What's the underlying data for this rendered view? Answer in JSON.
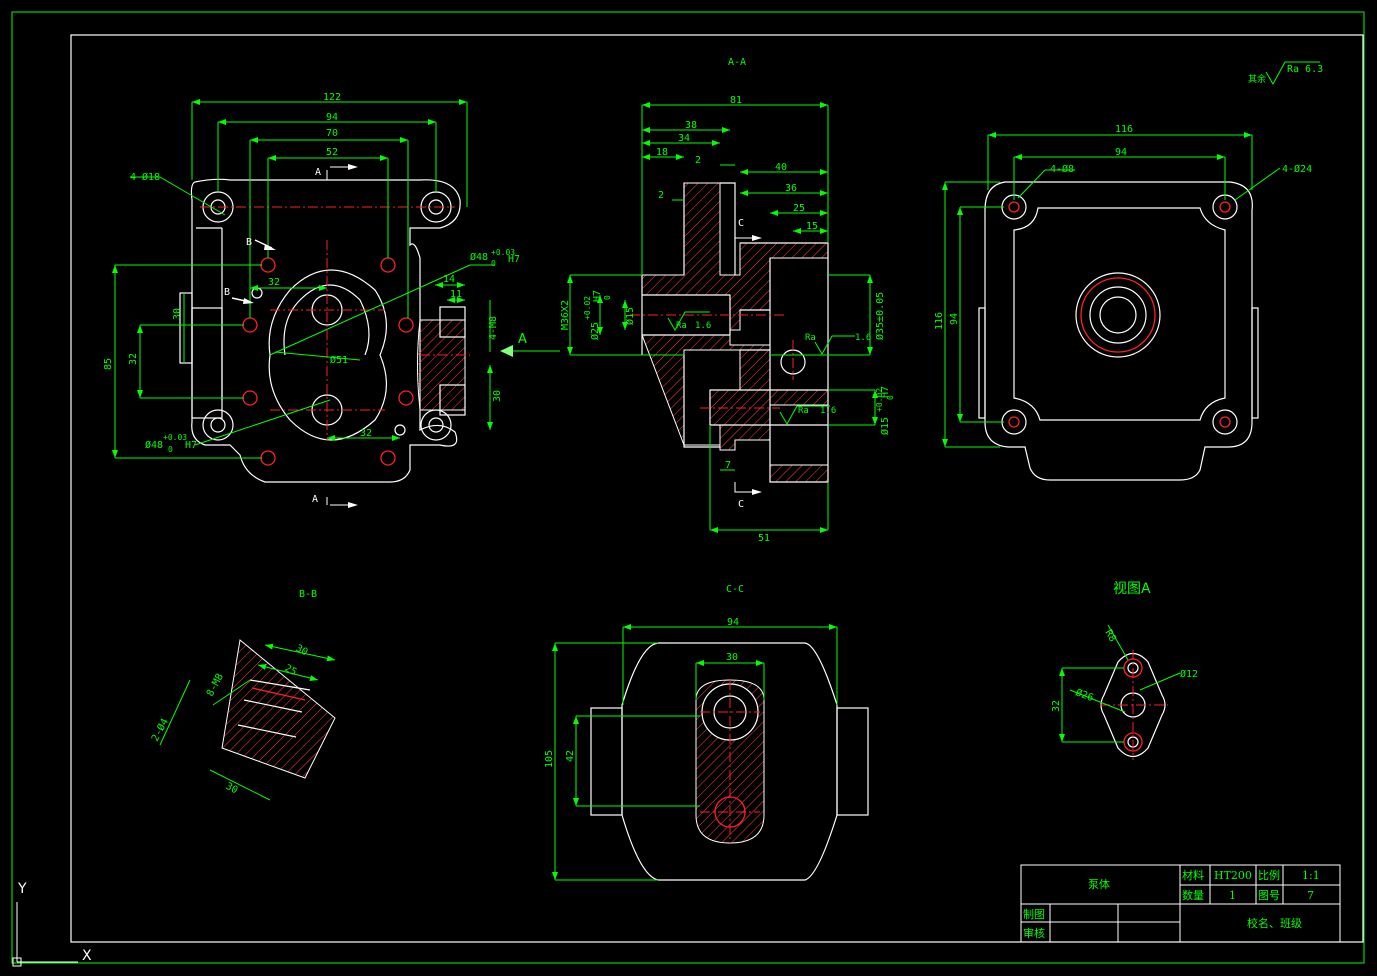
{
  "views": {
    "section_aa": "A-A",
    "section_bb": "B-B",
    "section_cc": "C-C",
    "view_a": "视图A",
    "arrow_a": "A"
  },
  "roughness": {
    "other_label": "其余",
    "main": "Ra 6.3",
    "ra_label": "Ra",
    "ra_value": "1.6"
  },
  "front_view": {
    "dims": [
      "122",
      "94",
      "70",
      "52",
      "4-Ø18",
      "Ø48",
      "+0.03",
      "0",
      "H7",
      "Ø51",
      "32",
      "14",
      "11",
      "4-M8",
      "30",
      "85",
      "32",
      "30",
      "32",
      "Ø48",
      "+0.03",
      "0",
      "H7"
    ],
    "section_marks": [
      "A",
      "A",
      "B",
      "B"
    ]
  },
  "section_aa_view": {
    "dims": [
      "81",
      "38",
      "34",
      "18",
      "2",
      "2",
      "40",
      "36",
      "25",
      "15",
      "M36X2",
      "Ø25",
      "+0.02",
      "0",
      "H7",
      "Ø15",
      "Ø35±0.05",
      "Ø15",
      "+0.02",
      "0",
      "H7",
      "7",
      "51"
    ],
    "section_marks": [
      "C",
      "C"
    ]
  },
  "right_view": {
    "dims": [
      "116",
      "94",
      "4-Ø8",
      "4-Ø24",
      "116",
      "94"
    ]
  },
  "section_bb_view": {
    "dims": [
      "30",
      "25",
      "8-M8",
      "2-Ø4",
      "30"
    ]
  },
  "section_cc_view": {
    "dims": [
      "94",
      "30",
      "105",
      "42"
    ]
  },
  "view_a_dims": [
    "R8",
    "Ø12",
    "Ø26",
    "32"
  ],
  "title_block": {
    "part_name": "泵体",
    "material_label": "材料",
    "material_value": "HT200",
    "scale_label": "比例",
    "scale_value": "1:1",
    "qty_label": "数量",
    "qty_value": "1",
    "drawing_no_label": "图号",
    "drawing_no_value": "7",
    "drawn_label": "制图",
    "checked_label": "审核",
    "school": "校名、班级"
  },
  "ucs": {
    "x": "X",
    "y": "Y"
  },
  "colors": {
    "background": "#000000",
    "dimension": "#00ff00",
    "geometry": "#ffffff",
    "centerline": "#ff2020",
    "hatch": "#ff4040"
  }
}
